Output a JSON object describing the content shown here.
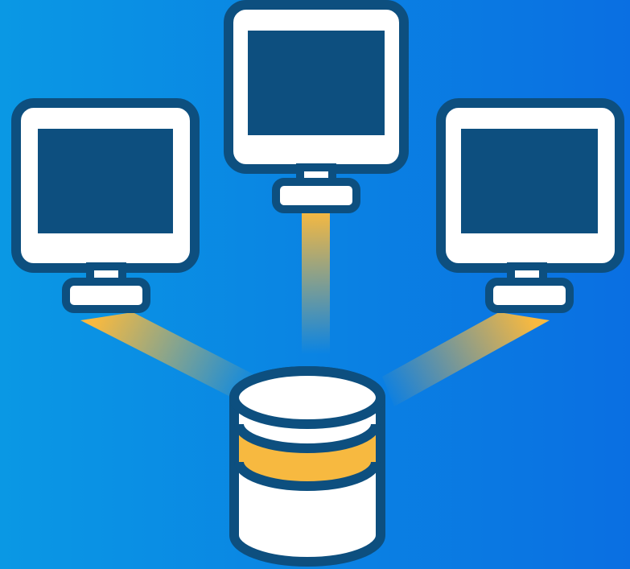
{
  "diagram": {
    "description_type": "network-topology",
    "nodes": [
      {
        "id": "monitor-left",
        "icon": "monitor-icon"
      },
      {
        "id": "monitor-center",
        "icon": "monitor-icon"
      },
      {
        "id": "monitor-right",
        "icon": "monitor-icon"
      },
      {
        "id": "database",
        "icon": "database-icon"
      }
    ],
    "edges": [
      {
        "from": "database",
        "to": "monitor-left"
      },
      {
        "from": "database",
        "to": "monitor-center"
      },
      {
        "from": "database",
        "to": "monitor-right"
      }
    ],
    "colors": {
      "background_start": "#0a98e4",
      "background_end": "#0a6fe2",
      "outline": "#0d4f7f",
      "screen": "#0d4f7f",
      "frame": "#ffffff",
      "accent": "#f7b940"
    }
  }
}
